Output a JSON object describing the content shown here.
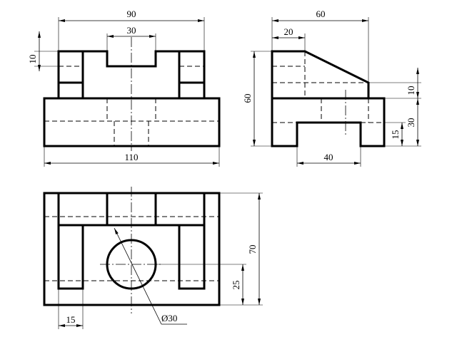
{
  "dimensions": {
    "front_width_top": "90",
    "front_slot_width": "30",
    "front_rib_height": "10",
    "front_base_width": "110",
    "side_width": "60",
    "side_step_width": "20",
    "side_height": "60",
    "side_slope_rise": "10",
    "side_base_height": "30",
    "side_groove_height": "15",
    "side_groove_width": "40",
    "top_depth": "70",
    "top_hole_offset": "25",
    "top_leg_width": "15",
    "top_hole_diameter": "Ø30"
  }
}
